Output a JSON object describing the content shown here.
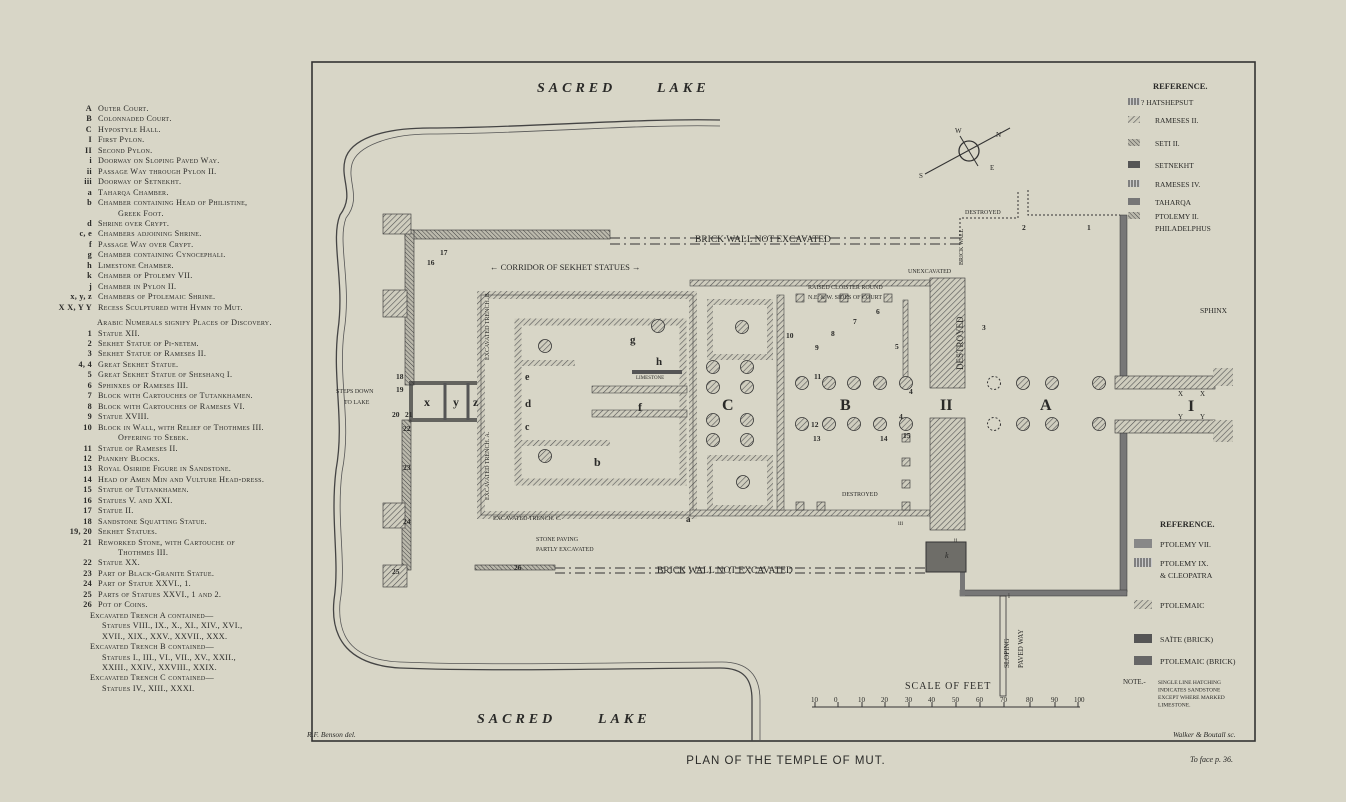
{
  "legend_letters": [
    {
      "key": "A",
      "text": "Outer Court."
    },
    {
      "key": "B",
      "text": "Colonnaded Court."
    },
    {
      "key": "C",
      "text": "Hypostyle Hall."
    },
    {
      "key": "I",
      "text": "First Pylon."
    },
    {
      "key": "II",
      "text": "Second Pylon."
    },
    {
      "key": "i",
      "text": "Doorway on Sloping Paved Way."
    },
    {
      "key": "ii",
      "text": "Passage Way through Pylon II."
    },
    {
      "key": "iii",
      "text": "Doorway of Setnekht."
    },
    {
      "key": "a",
      "text": "Taharqa Chamber."
    },
    {
      "key": "b",
      "text": "Chamber containing Head of Philistine,",
      "cont": "Greek Foot."
    },
    {
      "key": "d",
      "text": "Shrine over Crypt."
    },
    {
      "key": "c, e",
      "text": "Chambers adjoining Shrine."
    },
    {
      "key": "f",
      "text": "Passage Way over Crypt."
    },
    {
      "key": "g",
      "text": "Chamber containing Cynocephali."
    },
    {
      "key": "h",
      "text": "Limestone Chamber."
    },
    {
      "key": "k",
      "text": "Chamber of Ptolemy VII."
    },
    {
      "key": "j",
      "text": "Chamber in Pylon II."
    },
    {
      "key": "x, y, z",
      "text": "Chambers of Ptolemaic Shrine."
    },
    {
      "key": "X X, Y Y",
      "text": "Recess Sculptured with Hymn to Mut."
    }
  ],
  "numerals_note": "Arabic Numerals signify Places of Discovery.",
  "legend_numerals": [
    {
      "key": "1",
      "text": "Statue XII."
    },
    {
      "key": "2",
      "text": "Sekhet Statue of Pi-netem."
    },
    {
      "key": "3",
      "text": "Sekhet Statue of Rameses II."
    },
    {
      "key": "4, 4",
      "text": "Great Sekhet Statue."
    },
    {
      "key": "5",
      "text": "Great Sekhet Statue of Sheshanq I."
    },
    {
      "key": "6",
      "text": "Sphinxes of Rameses III."
    },
    {
      "key": "7",
      "text": "Block with Cartouches of Tutankhamen."
    },
    {
      "key": "8",
      "text": "Block with Cartouches of Rameses VI."
    },
    {
      "key": "9",
      "text": "Statue XVIII."
    },
    {
      "key": "10",
      "text": "Block in Wall, with Relief of Thothmes III.",
      "cont": "Offering to Sebek."
    },
    {
      "key": "11",
      "text": "Statue of Rameses II."
    },
    {
      "key": "12",
      "text": "Piankhy Blocks."
    },
    {
      "key": "13",
      "text": "Royal Osiride Figure in Sandstone."
    },
    {
      "key": "14",
      "text": "Head of Amen Min and Vulture Head-dress."
    },
    {
      "key": "15",
      "text": "Statue of Tutankhamen."
    },
    {
      "key": "16",
      "text": "Statues V. and XXI."
    },
    {
      "key": "17",
      "text": "Statue II."
    },
    {
      "key": "18",
      "text": "Sandstone Squatting Statue."
    },
    {
      "key": "19, 20",
      "text": "Sekhet Statues."
    },
    {
      "key": "21",
      "text": "Reworked Stone, with Cartouche of",
      "cont": "Thothmes III."
    },
    {
      "key": "22",
      "text": "Statue XX."
    },
    {
      "key": "23",
      "text": "Part of Black-Granite Statue."
    },
    {
      "key": "24",
      "text": "Part of Statue XXVI., 1."
    },
    {
      "key": "25",
      "text": "Parts of Statues XXVI., 1 and 2."
    },
    {
      "key": "26",
      "text": "Pot of Coins."
    }
  ],
  "trenches": [
    {
      "title": "Excavated Trench A contained—",
      "lines": [
        "Statues VIII., IX., X., XI., XIV., XVI.,",
        "XVII., XIX., XXV., XXVII., XXX."
      ]
    },
    {
      "title": "Excavated Trench B contained—",
      "lines": [
        "Statues I., III., VI., VII., XV., XXII.,",
        "XXIII., XXIV., XXVIII., XXIX."
      ]
    },
    {
      "title": "Excavated Trench C contained—",
      "lines": [
        "Statues IV., XIII., XXXI."
      ]
    }
  ],
  "reference_top": {
    "title": "REFERENCE.",
    "items": [
      "? HATSHEPSUT",
      "RAMESES II.",
      "SETI  II.",
      "SETNEKHT",
      "RAMESES IV.",
      "TAHARQA",
      "PTOLEMY II.",
      "PHILADELPHUS"
    ]
  },
  "reference_bottom": {
    "title": "REFERENCE.",
    "items": [
      "PTOLEMY VII.",
      "PTOLEMY IX.",
      "& CLEOPATRA",
      "PTOLEMAIC",
      "SAÏTE  (BRICK)",
      "PTOLEMAIC (BRICK)"
    ],
    "note_label": "NOTE.-",
    "note_lines": [
      "SINGLE LINE HATCHING",
      "INDICATES SANDSTONE",
      "EXCEPT WHERE MARKED",
      "LIMESTONE."
    ]
  },
  "map": {
    "sacred_top": "SACRED",
    "lake_top": "LAKE",
    "sacred_bottom": "SACRED",
    "lake_bottom": "LAKE",
    "brick_wall_top": "BRICK WALL NOT EXCAVATED",
    "brick_wall_bottom": "BRICK WALL NOT EXCAVATED",
    "corridor": "← CORRIDOR OF SEKHET STATUES →",
    "destroyed_top": "DESTROYED",
    "brick_wall_vertical": "BRICK WALL",
    "unexcavated": "UNEXCAVATED",
    "destroyed_pylon": "DESTROYED",
    "cloister_1": "RAISED CLOISTER ROUND",
    "cloister_2": "N.E. & W. SIDES OF COURT",
    "destroyed_court": "DESTROYED",
    "trench_a": "EXCAVATED TRENCH. A.",
    "trench_b": "EXCAVATED TRENCH. B.",
    "trench_c": "EXCAVATED TRENCH. C.",
    "paving_1": "STONE PAVING",
    "paving_2": "PARTLY EXCAVATED",
    "steps_1": "STEPS DOWN",
    "steps_2": "TO LAKE",
    "limestone": "LIMESTONE",
    "sloping_1": "SLOPING",
    "sloping_2": "PAVED WAY",
    "sphinx": "SPHINX",
    "compass_n": "N",
    "compass_e": "E",
    "compass_s": "S",
    "compass_w": "W",
    "areas": {
      "A": "A",
      "B": "B",
      "C": "C",
      "II": "II",
      "I": "I",
      "x": "x",
      "y": "y",
      "z": "z",
      "a": "a",
      "b": "b",
      "c": "c",
      "d": "d",
      "e": "e",
      "f": "f",
      "g": "g",
      "h": "h",
      "k": "k",
      "i": "i",
      "ii": "ii",
      "iii": "iii",
      "X1": "X",
      "X2": "X",
      "Y1": "Y",
      "Y2": "Y"
    },
    "numerals": {
      "n1": "1",
      "n2": "2",
      "n3": "3",
      "n4a": "4",
      "n4b": "4",
      "n5": "5",
      "n6": "6",
      "n7": "7",
      "n8": "8",
      "n9": "9",
      "n10": "10",
      "n11": "11",
      "n12": "12",
      "n13": "13",
      "n14": "14",
      "n15": "15",
      "n16": "16",
      "n17": "17",
      "n18": "18",
      "n19": "19",
      "n20": "20",
      "n21": "21",
      "n22": "22",
      "n23": "23",
      "n24": "24",
      "n25": "25",
      "n26": "26"
    }
  },
  "scale": {
    "title": "SCALE OF FEET",
    "ticks": [
      "10",
      "0",
      "10",
      "20",
      "30",
      "40",
      "50",
      "60",
      "70",
      "80",
      "90",
      "100"
    ]
  },
  "credits": {
    "draftsman": "R.F. Benson del.",
    "engraver": "Walker & Boutall sc."
  },
  "title": "PLAN OF THE TEMPLE OF MUT.",
  "to_face": "To face p. 36.",
  "colors": {
    "paper": "#d8d6c7",
    "ink": "#2a2a28",
    "wall_fill": "#b9b7aa",
    "dark_fill": "#6e6d68"
  }
}
